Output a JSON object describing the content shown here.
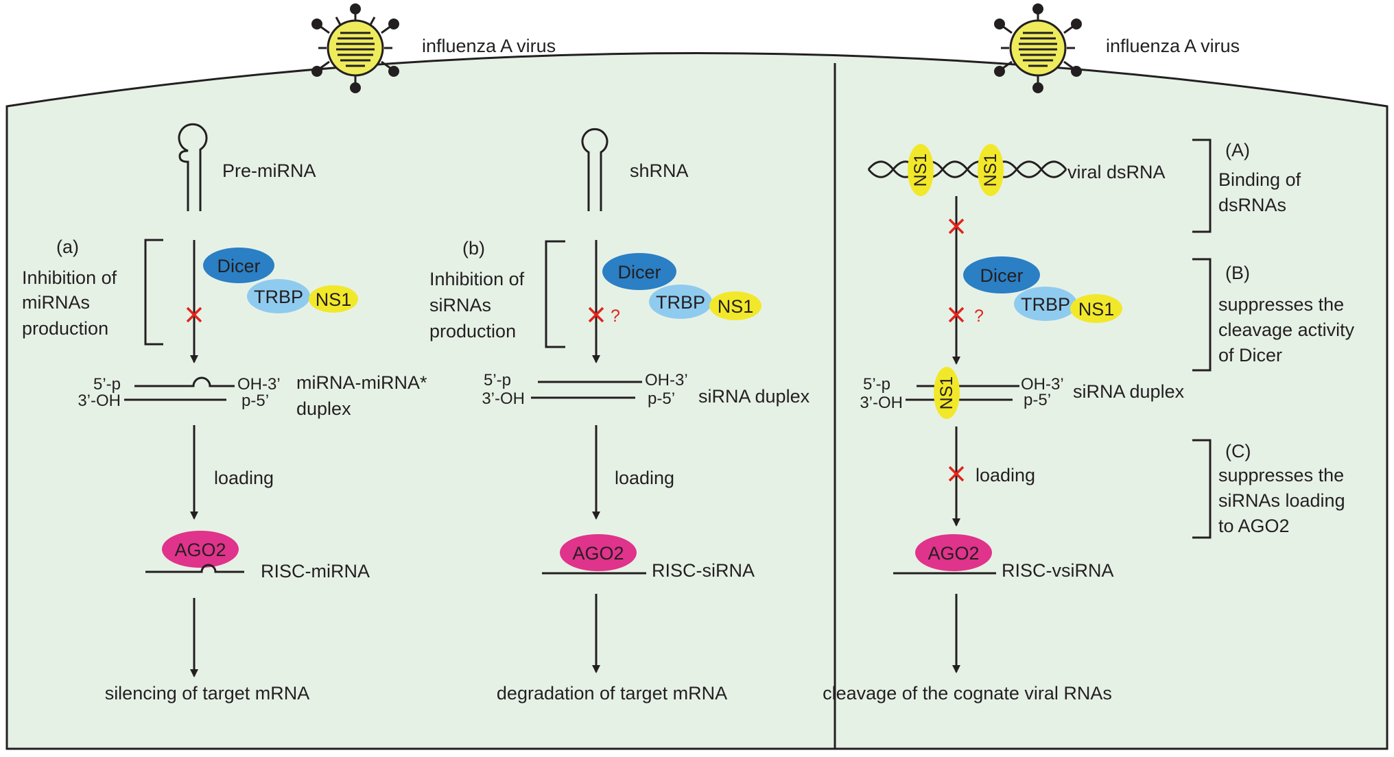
{
  "colors": {
    "cell_fill": "#e6f1e6",
    "cell_stroke": "#231f20",
    "virus_yellow": "#eeec5c",
    "dicer_blue": "#2b7fc4",
    "trbp_blue": "#8fcbef",
    "ns1_yellow": "#f2e82a",
    "ago2_magenta": "#e0338b",
    "inhibit_red": "#e2231a"
  },
  "virus_left": {
    "label": "influenza A virus"
  },
  "virus_right": {
    "label": "influenza A virus"
  },
  "panel_a": {
    "precursor": "Pre-miRNA",
    "tag": "(a)",
    "inhibition": [
      "Inhibition of",
      "miRNAs",
      "production"
    ],
    "dicer": "Dicer",
    "trbp": "TRBP",
    "ns1": "NS1",
    "end_5p": "5’-p",
    "end_3oh": "3’-OH",
    "end_oh3": "OH-3’",
    "end_p5": "p-5’",
    "duplex": [
      "miRNA-miRNA*",
      "duplex"
    ],
    "loading": "loading",
    "ago2": "AGO2",
    "risc": "RISC-miRNA",
    "outcome": "silencing of target mRNA"
  },
  "panel_b": {
    "precursor": "shRNA",
    "tag": "(b)",
    "inhibition": [
      "Inhibition of",
      "siRNAs",
      "production"
    ],
    "question": "?",
    "dicer": "Dicer",
    "trbp": "TRBP",
    "ns1": "NS1",
    "end_5p": "5’-p",
    "end_3oh": "3’-OH",
    "end_oh3": "OH-3’",
    "end_p5": "p-5’",
    "duplex": "siRNA duplex",
    "loading": "loading",
    "ago2": "AGO2",
    "risc": "RISC-siRNA",
    "outcome": "degradation of target mRNA"
  },
  "panel_c": {
    "dsrna": "viral dsRNA",
    "ns1": "NS1",
    "tag_a": "(A)",
    "desc_a": [
      "Binding of",
      "dsRNAs"
    ],
    "tag_b": "(B)",
    "desc_b": [
      "suppresses the",
      "cleavage activity",
      "of Dicer"
    ],
    "tag_c": "(C)",
    "desc_c": [
      "suppresses the",
      "siRNAs loading",
      "to AGO2"
    ],
    "question": "?",
    "dicer": "Dicer",
    "trbp": "TRBP",
    "end_5p": "5’-p",
    "end_3oh": "3’-OH",
    "end_oh3": "OH-3’",
    "end_p5": "p-5’",
    "duplex": "siRNA duplex",
    "loading": "loading",
    "ago2": "AGO2",
    "risc": "RISC-vsiRNA",
    "outcome": "cleavage of the cognate viral RNAs"
  }
}
